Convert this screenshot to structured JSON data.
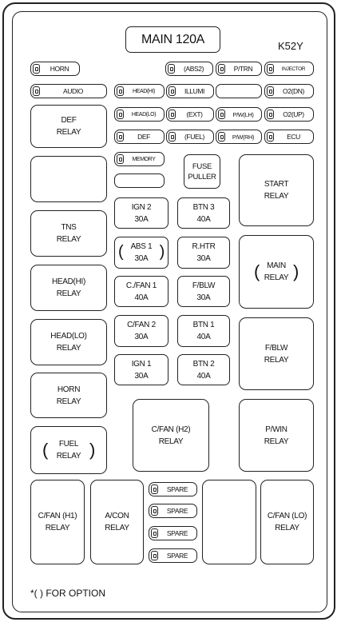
{
  "main_fuse": "MAIN 120A",
  "model_code": "K52Y",
  "footnote": "*( ) FOR OPTION",
  "mini_fuses": {
    "horn": "HORN",
    "audio": "AUDIO",
    "abs2": "(ABS2)",
    "ptrn": "P/TRN",
    "injector": "INJECTOR",
    "head_hi": "HEAD(HI)",
    "illumi": "ILLUMI",
    "o2_dn": "O2(DN)",
    "head_lo": "HEAD(LO)",
    "ext": "(EXT)",
    "pw_lh": "P/W(LH)",
    "o2_up": "O2(UP)",
    "def": "DEF",
    "fuel": "(FUEL)",
    "pw_rh": "P/W(RH)",
    "ecu": "ECU",
    "memory": "MEMORY",
    "spare": "SPARE"
  },
  "relays": {
    "def": "DEF\nRELAY",
    "start": "START\nRELAY",
    "tns": "TNS\nRELAY",
    "main": "MAIN\nRELAY",
    "head_hi": "HEAD(HI)\nRELAY",
    "head_lo": "HEAD(LO)\nRELAY",
    "fblw": "F/BLW\nRELAY",
    "horn": "HORN\nRELAY",
    "fuel": "FUEL\nRELAY",
    "cfan_h2": "C/FAN (H2)\nRELAY",
    "pwin": "P/WIN\nRELAY",
    "cfan_h1": "C/FAN (H1)\nRELAY",
    "acon": "A/CON\nRELAY",
    "cfan_lo": "C/FAN (LO)\nRELAY"
  },
  "fuses": {
    "fuse_puller": "FUSE\nPULLER",
    "ign2": "IGN 2\n30A",
    "btn3": "BTN 3\n40A",
    "abs1": "ABS 1\n30A",
    "rhtr": "R.HTR\n30A",
    "cfan1": "C./FAN 1\n40A",
    "fblw": "F/BLW\n30A",
    "cfan2": "C/FAN 2\n30A",
    "btn1": "BTN 1\n40A",
    "ign1": "IGN 1\n30A",
    "btn2": "BTN 2\n40A"
  }
}
